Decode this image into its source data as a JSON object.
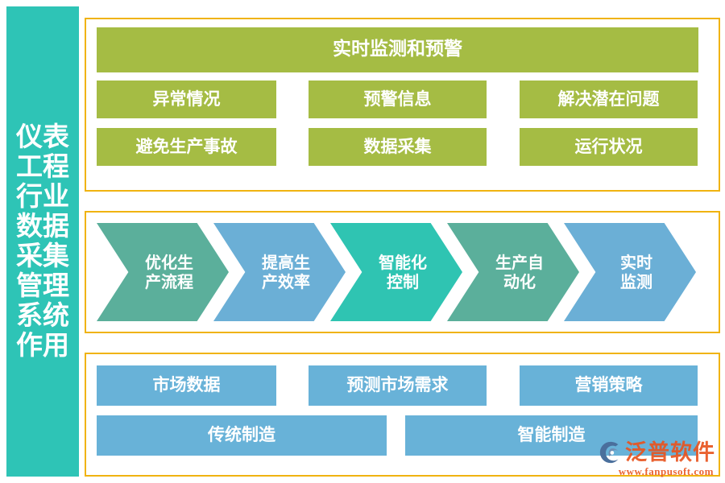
{
  "sidebar": {
    "title": "仪表工程行业数据采集管理系统作用",
    "background_color": "#2ec4b6",
    "text_color": "#ffffff"
  },
  "theme": {
    "panel_border_color": "#f0b310",
    "green": "#a5bc44",
    "blue": "#68b2d8",
    "teal": "#2ec4b6",
    "sea_green": "#5baf9b",
    "steel_blue": "#6bafd6",
    "bright_teal": "#2fc4b2",
    "page_background": "#ffffff"
  },
  "panels": {
    "top": {
      "header": "实时监测和预警",
      "row1": [
        "异常情况",
        "预警信息",
        "解决潜在问题"
      ],
      "row2": [
        "避免生产事故",
        "数据采集",
        "运行状况"
      ]
    },
    "middle": {
      "steps": [
        {
          "label": "优化生\n产流程",
          "line1": "优化生",
          "line2": "产流程",
          "color": "#5baf9b"
        },
        {
          "label": "提高生\n产效率",
          "line1": "提高生",
          "line2": "产效率",
          "color": "#6bafd6"
        },
        {
          "label": "智能化\n控制",
          "line1": "智能化",
          "line2": "控制",
          "color": "#2fc4b2"
        },
        {
          "label": "生产自\n动化",
          "line1": "生产自",
          "line2": "动化",
          "color": "#5baf9b"
        },
        {
          "label": "实时\n监测",
          "line1": "实时",
          "line2": "监测",
          "color": "#6bafd6"
        }
      ]
    },
    "bottom": {
      "row1": [
        "市场数据",
        "预测市场需求",
        "营销策略"
      ],
      "row2": [
        "传统制造",
        "智能制造"
      ]
    }
  },
  "watermark": {
    "brand": "泛普软件",
    "url": "www.fanpusoft.com",
    "color": "#e8541f",
    "logo_icon": "swoosh-circle-logo-icon"
  }
}
